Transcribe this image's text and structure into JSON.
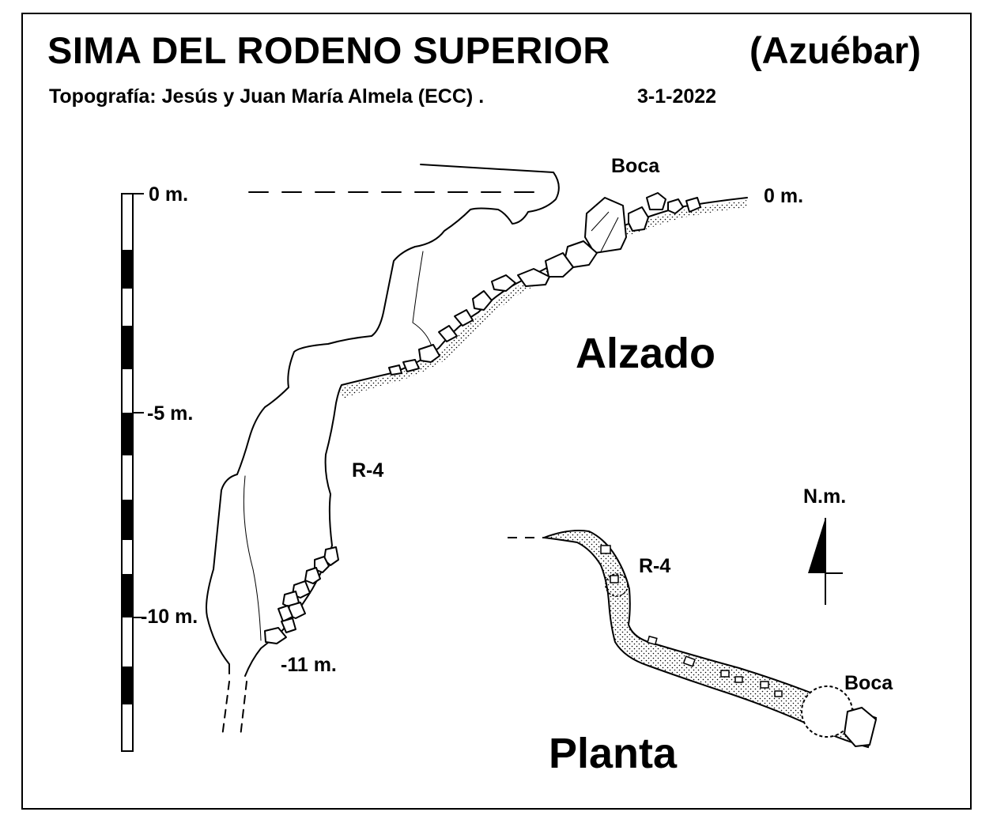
{
  "header": {
    "title": "SIMA DEL RODENO SUPERIOR",
    "location": "(Azuébar)",
    "credit": "Topografía: Jesús y Juan María Almela (ECC)   .",
    "date": "3-1-2022"
  },
  "scale": {
    "top_label": "0 m.",
    "mid_label": "-5 m.",
    "low_label": "-10 m."
  },
  "elevation": {
    "view_label": "Alzado",
    "entrance_label": "Boca",
    "entrance_depth": "0 m.",
    "pitch_label": "R-4",
    "bottom_depth": "-11 m."
  },
  "plan": {
    "view_label": "Planta",
    "pitch_label": "R-4",
    "entrance_label": "Boca",
    "north_label": "N.m."
  },
  "colors": {
    "ink": "#000000",
    "paper": "#ffffff"
  }
}
